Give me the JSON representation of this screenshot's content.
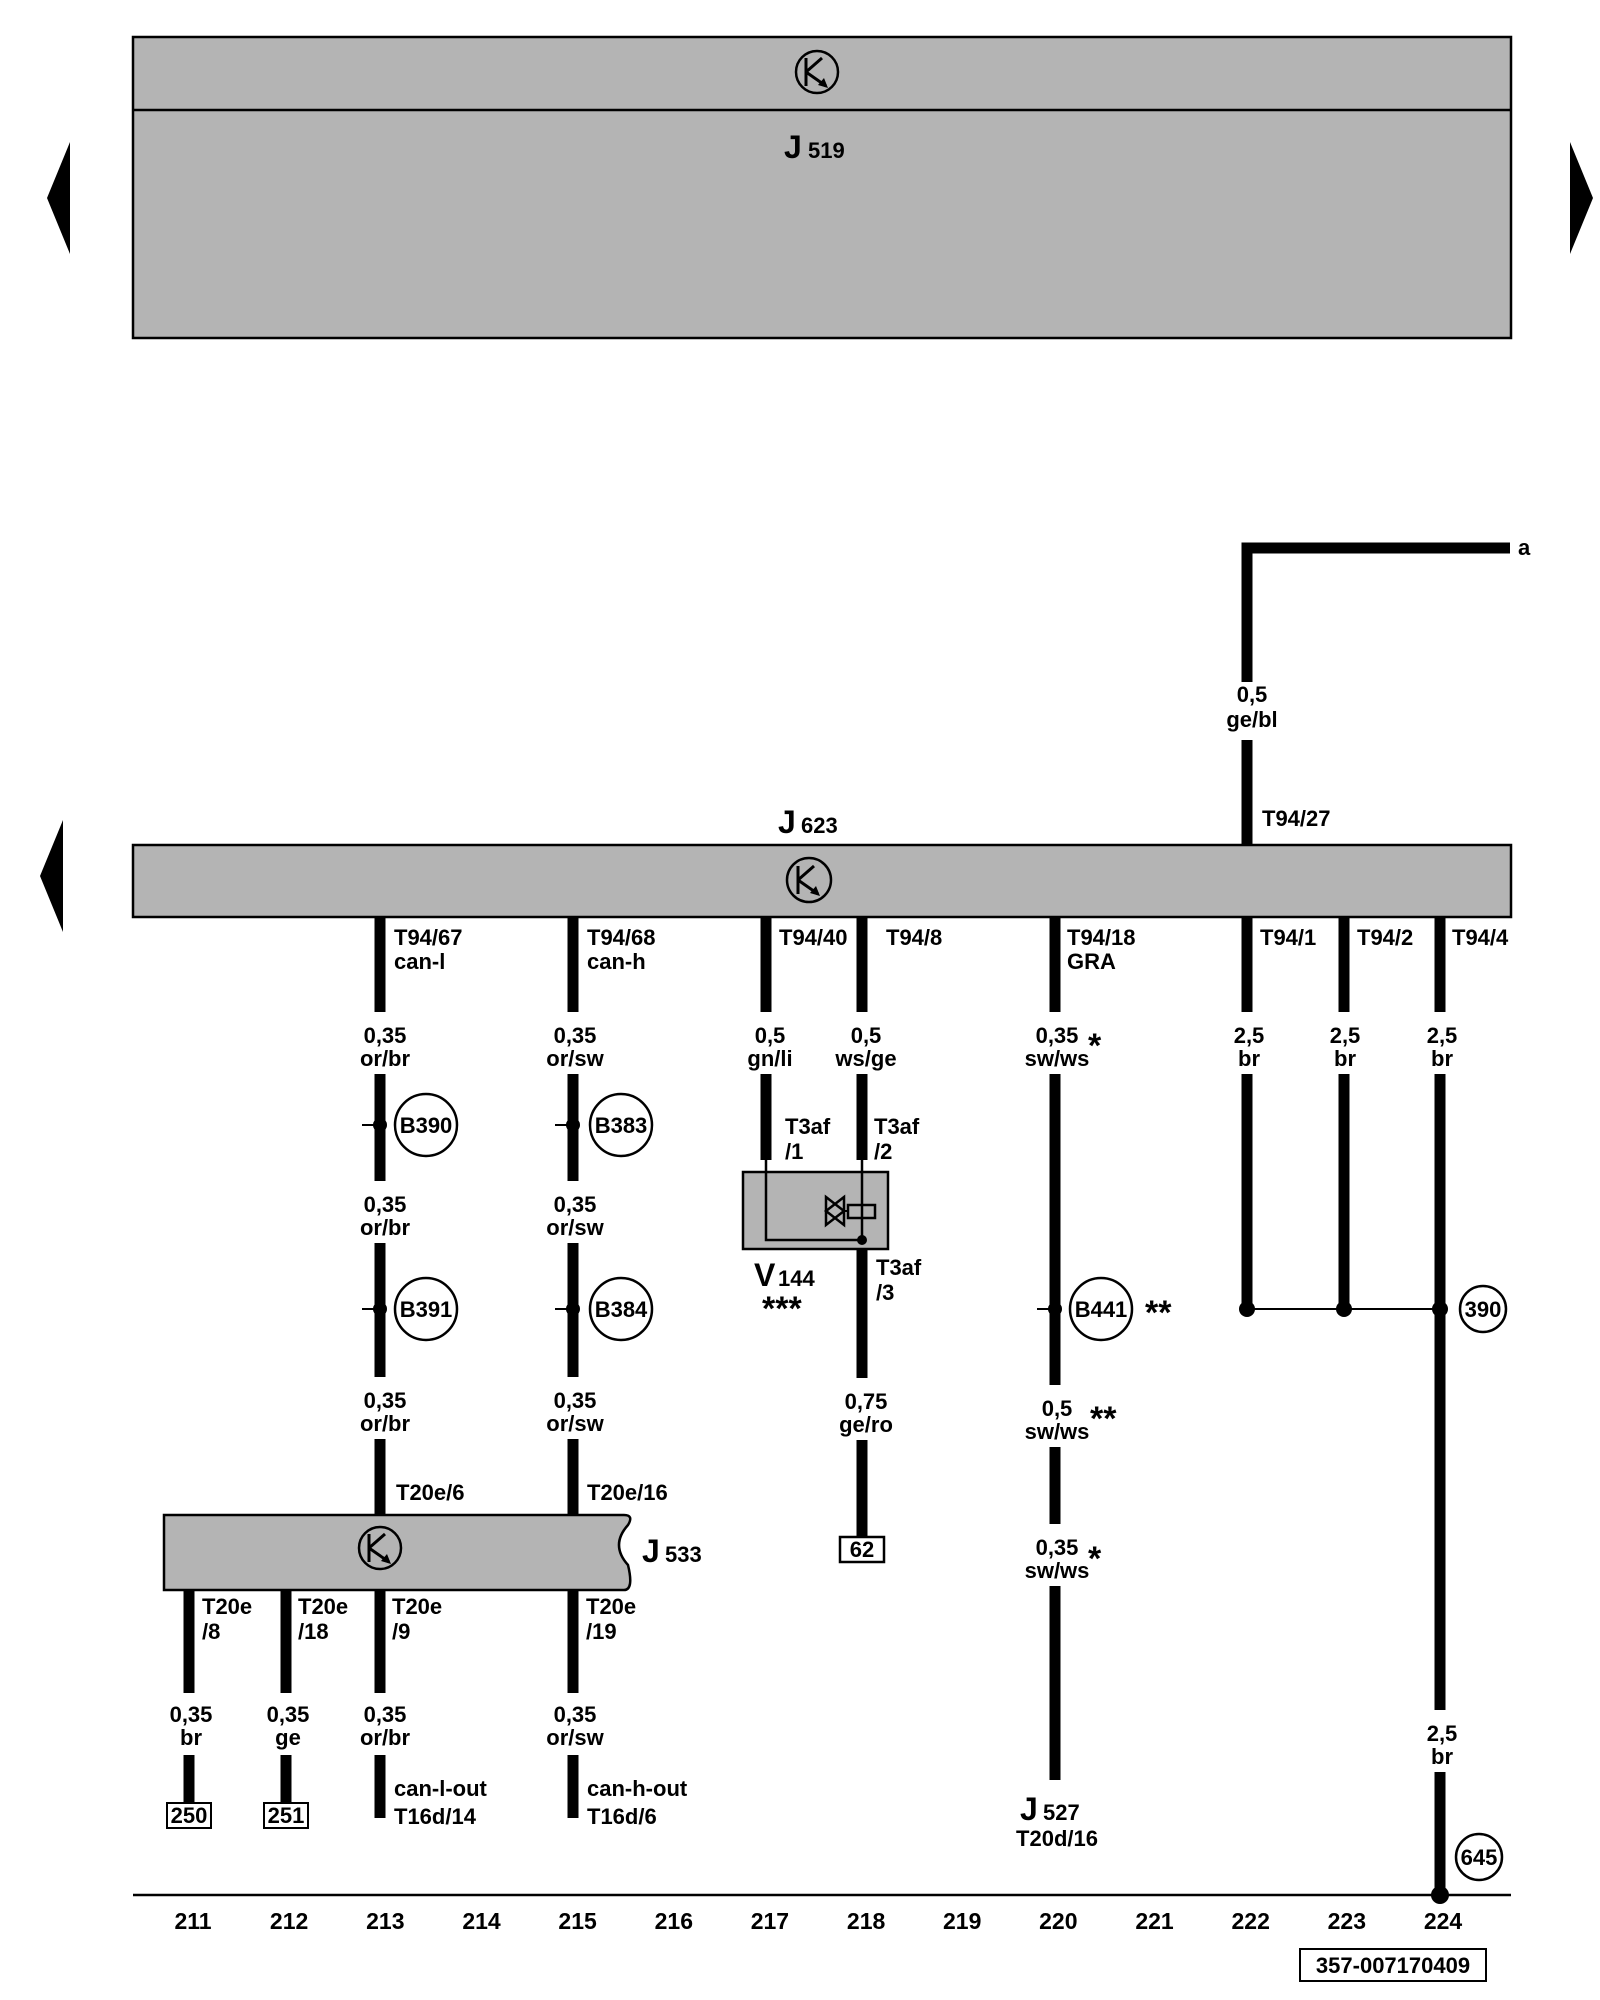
{
  "top_unit": {
    "label": "J",
    "sub": "519"
  },
  "main_unit": {
    "label": "J",
    "sub": "623"
  },
  "gateway": {
    "label": "J",
    "sub": "533"
  },
  "valve": {
    "label": "V",
    "sub": "144",
    "mark": "***"
  },
  "output_ref": {
    "label": "J",
    "sub": "527",
    "pin": "T20d/16"
  },
  "ref_a": "a",
  "connectors": {
    "t94_27": "T94/27",
    "t94_67": "T94/67",
    "can_l": "can-l",
    "t94_68": "T94/68",
    "can_h": "can-h",
    "t94_40": "T94/40",
    "t94_8": "T94/8",
    "t94_18": "T94/18",
    "gra": "GRA",
    "t94_1": "T94/1",
    "t94_2": "T94/2",
    "t94_4": "T94/4",
    "t3af": "T3af",
    "p1": "/1",
    "p2": "/2",
    "p3": "/3",
    "t20e_6": "T20e/6",
    "t20e_16": "T20e/16",
    "t20e": "T20e",
    "p8": "/8",
    "p18": "/18",
    "p9": "/9",
    "p19": "/19",
    "can_l_out": "can-l-out",
    "t16d_14": "T16d/14",
    "can_h_out": "can-h-out",
    "t16d_6": "T16d/6"
  },
  "wire_sizes": {
    "w035": "0,35",
    "w05": "0,5",
    "w075": "0,75",
    "w25": "2,5"
  },
  "wire_colors": {
    "ge_bl": "ge/bl",
    "or_br": "or/br",
    "or_sw": "or/sw",
    "gn_li": "gn/li",
    "ws_ge": "ws/ge",
    "sw_ws": "sw/ws",
    "br": "br",
    "ge_ro": "ge/ro",
    "ge": "ge"
  },
  "marks": {
    "one": "*",
    "two": "**"
  },
  "points": {
    "b390": "B390",
    "b391": "B391",
    "b383": "B383",
    "b384": "B384",
    "b441": "B441",
    "g390": "390",
    "g645": "645"
  },
  "refs": {
    "r250": "250",
    "r251": "251",
    "r62": "62"
  },
  "tracks": [
    "211",
    "212",
    "213",
    "214",
    "215",
    "216",
    "217",
    "218",
    "219",
    "220",
    "221",
    "222",
    "223",
    "224"
  ],
  "diagram_id": "357-007170409",
  "colors": {
    "component_fill": "#b4b4b4",
    "wire": "#000000"
  },
  "icons": {
    "can_bus": "can-bus-icon",
    "valve": "solenoid-valve-icon",
    "nav_left": "nav-left-arrow-icon",
    "nav_right": "nav-right-arrow-icon"
  }
}
